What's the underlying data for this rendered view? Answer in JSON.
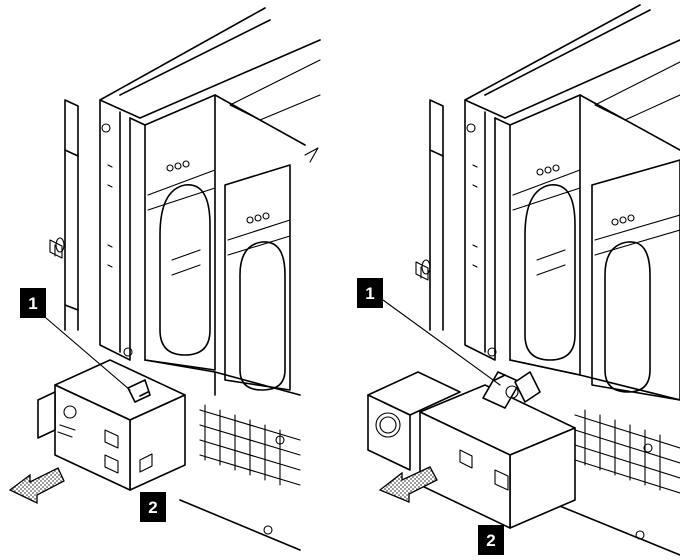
{
  "figures": [
    {
      "id": "left",
      "callouts": [
        {
          "label": "1"
        },
        {
          "label": "2"
        }
      ]
    },
    {
      "id": "right",
      "callouts": [
        {
          "label": "1"
        },
        {
          "label": "2"
        }
      ]
    }
  ],
  "colors": {
    "line": "#000000",
    "background": "#ffffff",
    "arrow_fill": "#b8b8b8",
    "callout_fill": "#000000",
    "callout_text": "#ffffff"
  }
}
